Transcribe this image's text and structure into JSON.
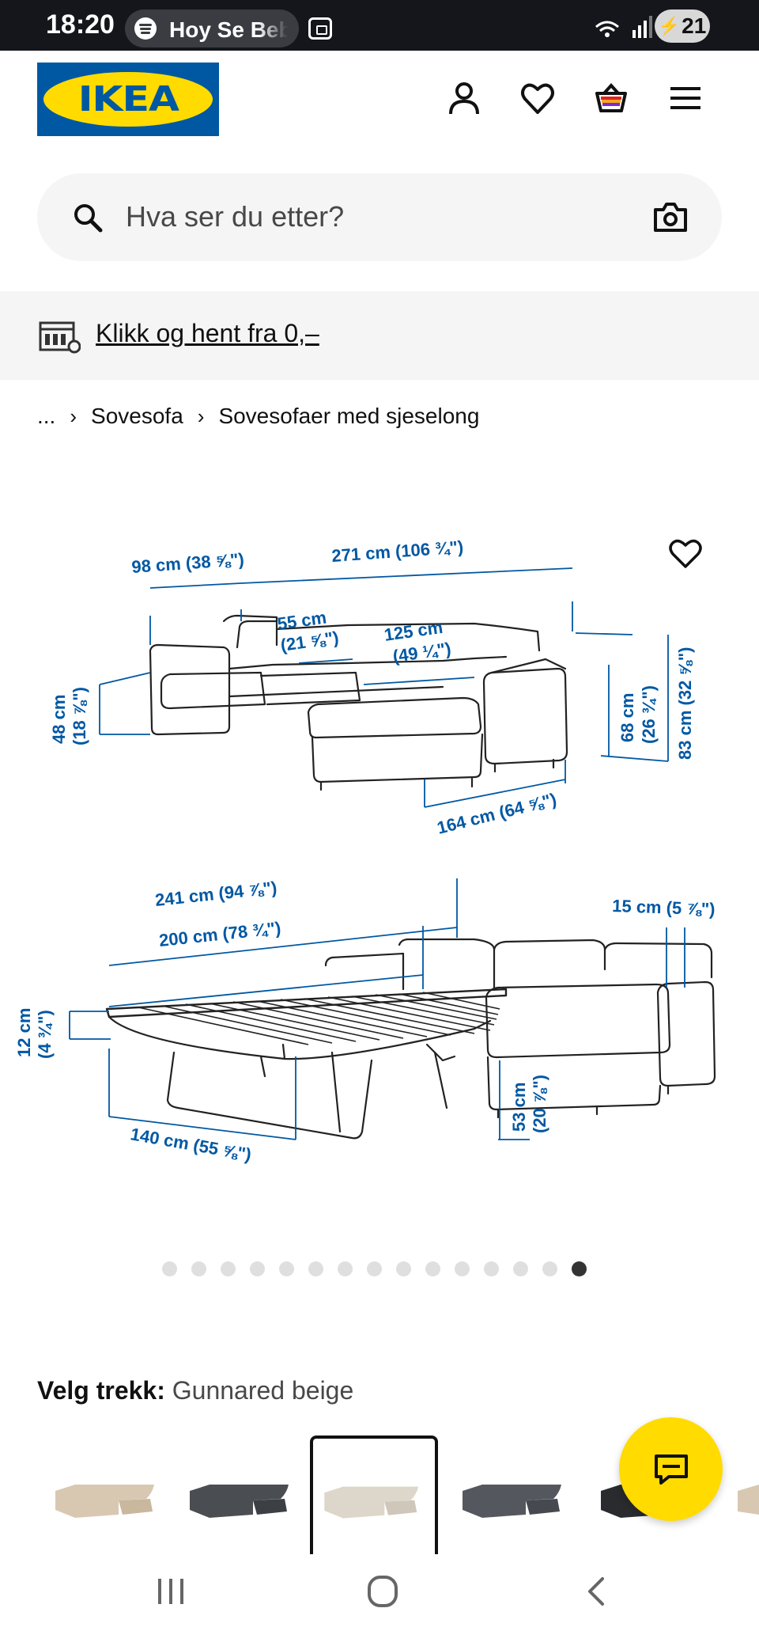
{
  "status_bar": {
    "time": "18:20",
    "media_title": "Hoy Se Bebe",
    "battery": "21"
  },
  "header": {
    "logo_text": "IKEA"
  },
  "search": {
    "placeholder": "Hva ser du etter?"
  },
  "promo": {
    "label": "Klikk og hent fra 0,–"
  },
  "breadcrumb": {
    "ellipsis": "...",
    "items": [
      "Sovesofa",
      "Sovesofaer med sjeselong"
    ]
  },
  "diagram": {
    "top": {
      "d1": "98 cm (38 ⅝\")",
      "d2": "271 cm (106 ¾\")",
      "d3a": "55 cm",
      "d3b": "(21 ⅝\")",
      "d4a": "125 cm",
      "d4b": "(49 ¼\")",
      "d5a": "48 cm",
      "d5b": "(18 ⅞\")",
      "d6a": "68 cm",
      "d6b": "(26 ¾\")",
      "d7": "83 cm (32 ⅝\")",
      "d8": "164 cm (64 ⅝\")"
    },
    "bottom": {
      "d1": "241 cm (94 ⅞\")",
      "d2": "200 cm (78 ¾\")",
      "d3": "15 cm (5 ⅞\")",
      "d4a": "12 cm",
      "d4b": "(4 ¾\")",
      "d5a": "53 cm",
      "d5b": "(20 ⅞\")",
      "d6": "140 cm (55 ⅝\")"
    }
  },
  "gallery": {
    "total": 15,
    "active": 15
  },
  "cover": {
    "label": "Velg trekk:",
    "value": "Gunnared beige"
  },
  "colors": {
    "brand_blue": "#0058a3",
    "brand_yellow": "#ffdb00",
    "dim_blue": "#0058a3"
  }
}
